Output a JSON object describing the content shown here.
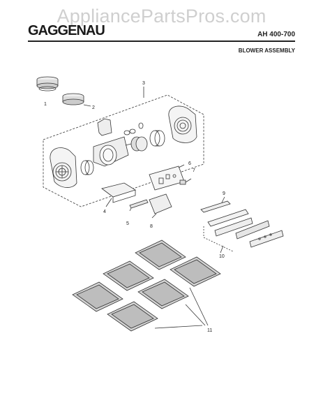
{
  "watermark": "AppliancePartsPros.com",
  "header": {
    "brand": "GAGGENAU",
    "model": "AH 400-700",
    "section": "BLOWER ASSEMBLY"
  },
  "callouts": {
    "c1": "1",
    "c2": "2",
    "c3": "3",
    "c4": "4",
    "c5": "5",
    "c6": "6",
    "c7": "7",
    "c8": "8",
    "c9": "9",
    "c10": "10",
    "c11": "11"
  }
}
